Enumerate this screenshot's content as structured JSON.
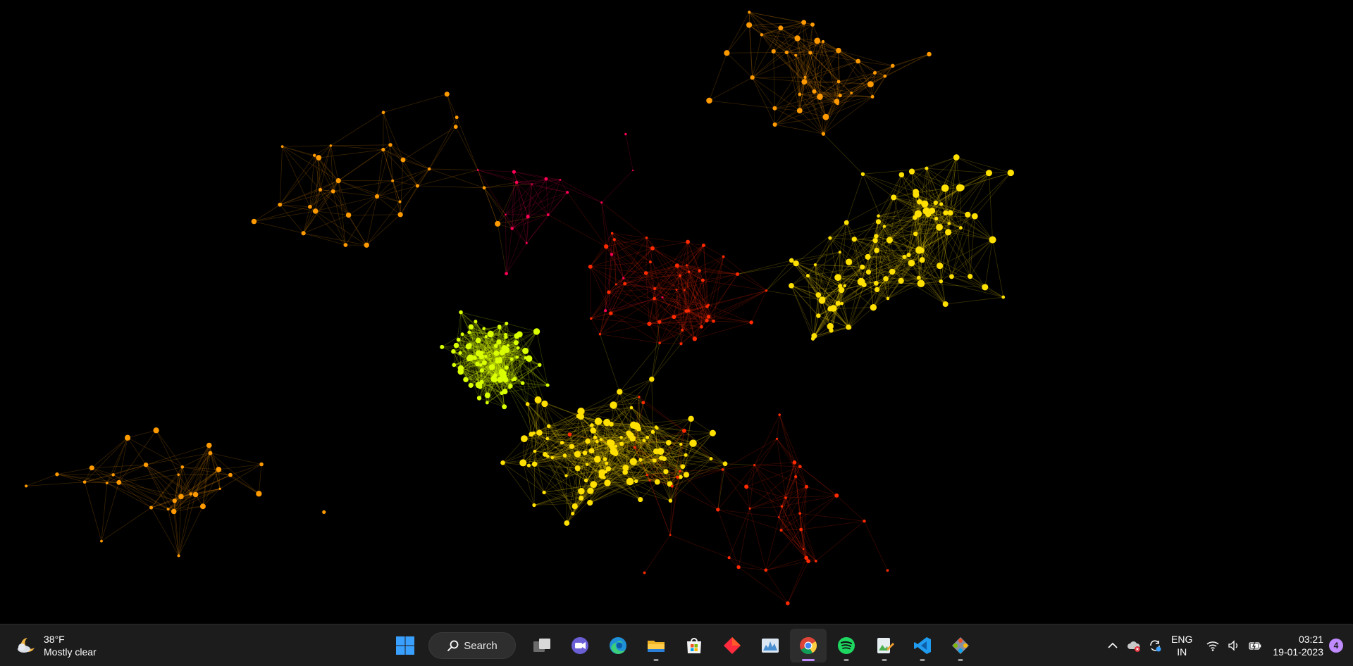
{
  "desktop": {
    "wallpaper_icon": "network-graph-wallpaper",
    "colors": {
      "background": "#000000",
      "cluster": "#d9ff00",
      "node_yellow": "#ffe000",
      "node_orange": "#ff9a00",
      "node_red": "#ff2a00",
      "node_magenta": "#ff0055"
    }
  },
  "taskbar": {
    "background": "#1c1c1c",
    "weather": {
      "icon": "moon-cloud-icon",
      "temperature": "38°F",
      "condition": "Mostly clear"
    },
    "start_icon": "windows-start-icon",
    "search": {
      "icon": "search-icon",
      "label": "Search"
    },
    "apps": [
      {
        "name": "task-view",
        "icon": "task-view-icon",
        "running": false
      },
      {
        "name": "teams-chat",
        "icon": "video-chat-icon",
        "running": false
      },
      {
        "name": "edge",
        "icon": "edge-browser-icon",
        "running": false
      },
      {
        "name": "file-explorer",
        "icon": "folder-icon",
        "running": true
      },
      {
        "name": "microsoft-store",
        "icon": "store-icon",
        "running": false
      },
      {
        "name": "app-red-diamond",
        "icon": "red-diamond-icon",
        "running": false
      },
      {
        "name": "monitor-app",
        "icon": "graph-monitor-icon",
        "running": false
      },
      {
        "name": "chrome",
        "icon": "chrome-icon",
        "running": true,
        "active": true
      },
      {
        "name": "spotify",
        "icon": "spotify-icon",
        "running": true
      },
      {
        "name": "image-viewer",
        "icon": "image-editor-icon",
        "running": true
      },
      {
        "name": "vscode",
        "icon": "vscode-icon",
        "running": true
      },
      {
        "name": "network-tool",
        "icon": "network-tool-icon",
        "running": true
      }
    ],
    "accent": "#c08bff"
  },
  "tray": {
    "overflow_icon": "chevron-up-icon",
    "cloud_icon": "cloud-error-icon",
    "sync_icon": "sync-icon",
    "language": {
      "line1": "ENG",
      "line2": "IN"
    },
    "wifi_icon": "wifi-icon",
    "volume_icon": "volume-icon",
    "battery_icon": "battery-charging-icon",
    "clock": {
      "time": "03:21",
      "date": "19-01-2023"
    },
    "notifications": {
      "count": "4"
    }
  }
}
